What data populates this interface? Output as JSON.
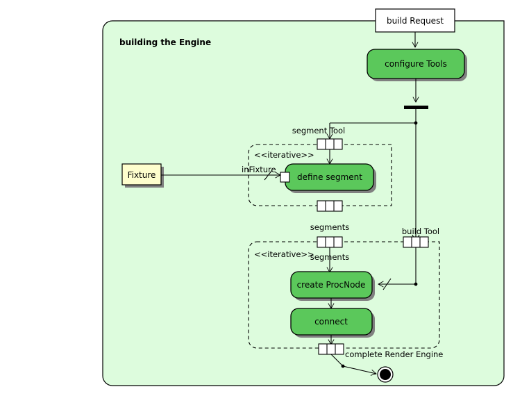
{
  "diagram": {
    "type": "uml-activity-diagram",
    "partition_title": "building the Engine",
    "colors": {
      "partition_fill": "#ddfcdd",
      "activity_fill": "#5bc85b",
      "object_fill": "#fefecd",
      "stroke": "#000000",
      "shadow": "#808080"
    },
    "nodes": {
      "build_request": "build Request",
      "configure_tools": "configure Tools",
      "define_segment": "define segment",
      "create_procnode": "create ProcNode",
      "connect": "connect",
      "fixture": "Fixture"
    },
    "groups": {
      "iterative_upper": "<<iterative>>",
      "iterative_lower": "<<iterative>>"
    },
    "pin_labels": {
      "segment_tool": "segment Tool",
      "in_fixture": "inFixture",
      "segments_out": "segments",
      "segments_in": "segments",
      "segments_arrow": "segments",
      "build_tool": "build Tool",
      "complete_render_engine": "complete Render Engine"
    },
    "icons": {
      "fork_bar": "fork-bar-icon",
      "pin": "pin-icon",
      "final_node": "final-node-icon"
    }
  }
}
